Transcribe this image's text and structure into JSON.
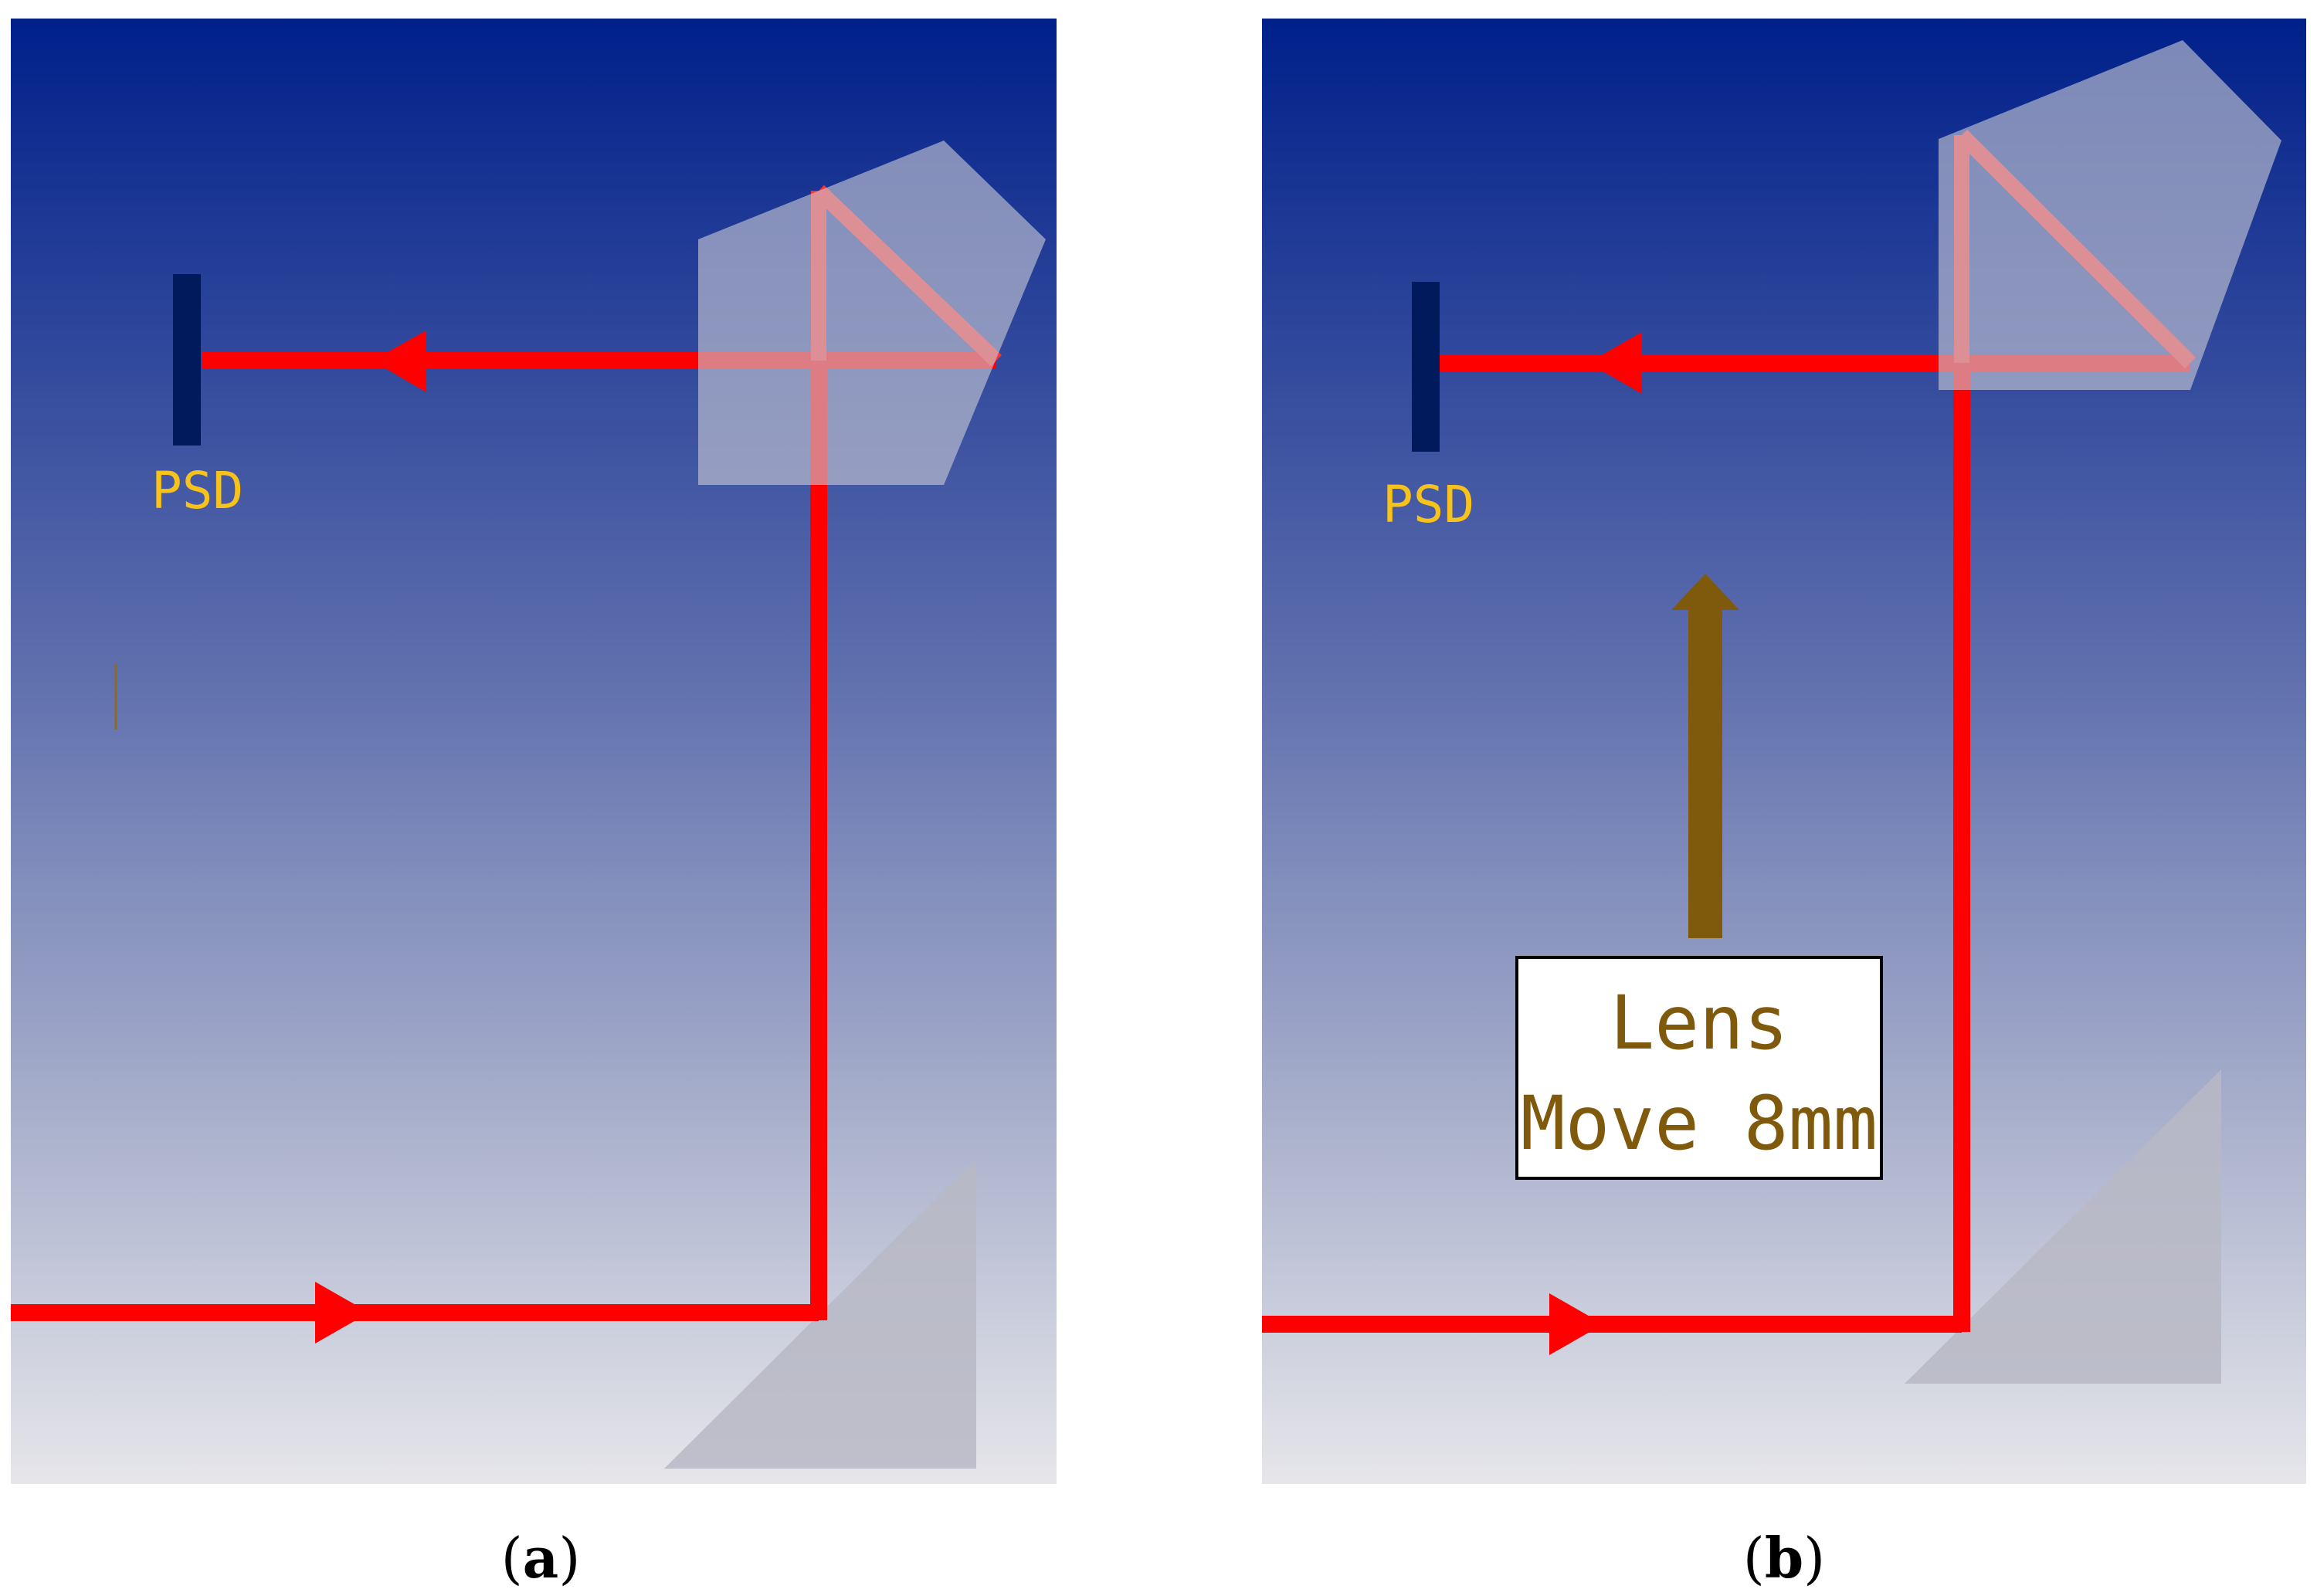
{
  "panels": [
    {
      "id": "a",
      "caption_open": "(",
      "caption_letter": "a",
      "caption_close": ")",
      "detector_label": "PSD"
    },
    {
      "id": "b",
      "caption_open": "(",
      "caption_letter": "b",
      "caption_close": ")",
      "detector_label": "PSD",
      "annotation": {
        "line1": "Lens",
        "line2": "Move 8mm"
      }
    }
  ],
  "colors": {
    "background_top": "#00208a",
    "background_bottom": "#e6e6ea",
    "beam": "#ff0000",
    "detector": "#001a5c",
    "detector_label": "#f7c21c",
    "prism": "#b8b8c6",
    "move_arrow": "#7f5a0c",
    "annotation_border": "#000000"
  }
}
